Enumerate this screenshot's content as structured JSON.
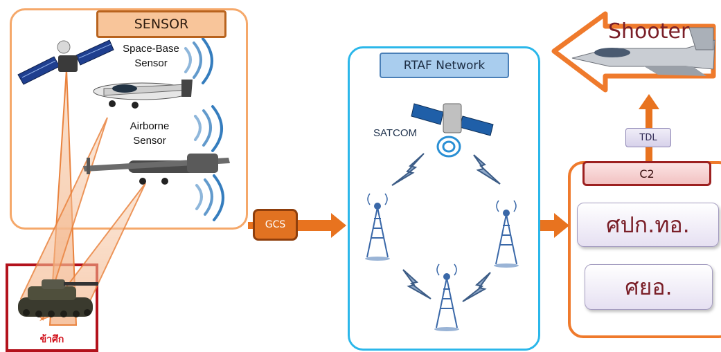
{
  "sensor": {
    "title": "SENSOR",
    "space_label": "Space-Base\nSensor",
    "airborne_label": "Airborne\nSensor"
  },
  "gcs": {
    "label": "GCS"
  },
  "network": {
    "title": "RTAF Network",
    "satcom_label": "SATCOM"
  },
  "target": {
    "label": "ข้าศึก"
  },
  "c2": {
    "title": "C2",
    "units": [
      "ศปก.ทอ.",
      "ศยอ."
    ]
  },
  "tdl": {
    "label": "TDL"
  },
  "shooter": {
    "label": "Shooter"
  },
  "colors": {
    "sensor_border": "#f5a86a",
    "network_border": "#2bb7ea",
    "c2_border": "#ef7a2c",
    "arrow": "#e8731f",
    "target_border": "#b3121c"
  }
}
